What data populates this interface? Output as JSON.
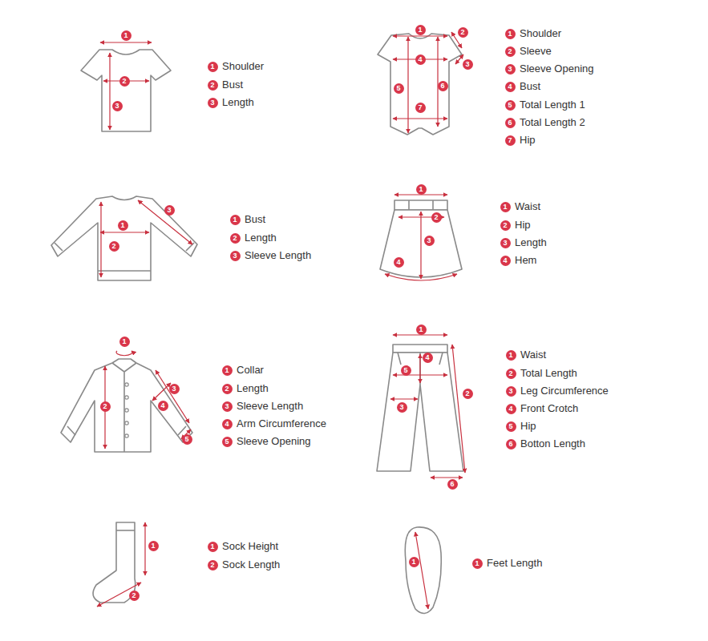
{
  "diagram": {
    "labels": [
      "1",
      "2",
      "3",
      "1",
      "Shoulder",
      "2",
      "Bust",
      "3",
      "Length",
      "1",
      "2",
      "3",
      "4",
      "5",
      "6",
      "7",
      "1",
      "Shoulder",
      "2",
      "Sleeve",
      "3",
      "Sleeve Opening",
      "4",
      "Bust",
      "5",
      "Total Length 1",
      "6",
      "Total Length 2",
      "7",
      "Hip",
      "1",
      "2",
      "3",
      "1",
      "Bust",
      "2",
      "Length",
      "3",
      "Sleeve Length",
      "1",
      "2",
      "3",
      "4",
      "1",
      "Waist",
      "2",
      "Hip",
      "3",
      "Length",
      "4",
      "Hem",
      "1",
      "2",
      "3",
      "4",
      "5",
      "1",
      "Collar",
      "2",
      "Length",
      "3",
      "Sleeve Length",
      "4",
      "Arm Circumference",
      "5",
      "Sleeve Opening",
      "1",
      "4",
      "5",
      "3",
      "2",
      "6",
      "1",
      "Waist",
      "2",
      "Total Length",
      "3",
      "Leg Circumference",
      "4",
      "Front Crotch",
      "5",
      "Hip",
      "6",
      "Botton Length",
      "1",
      "2",
      "1",
      "Sock Height",
      "2",
      "Sock Length",
      "1",
      "1",
      "Feet Length"
    ]
  }
}
